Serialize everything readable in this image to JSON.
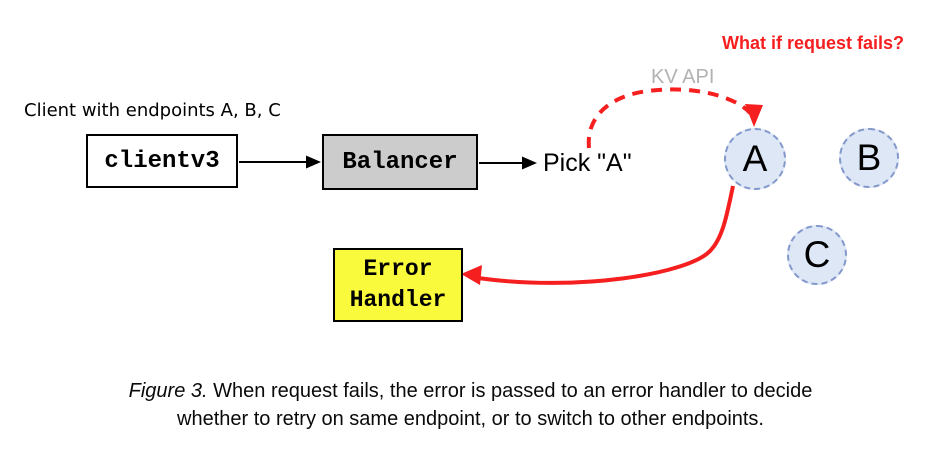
{
  "title_annotation": "What if request fails?",
  "labels": {
    "kv_api": "KV API",
    "client_note": "Client with endpoints A, B, C",
    "pick": "Pick \"A\""
  },
  "nodes": {
    "client": "clientv3",
    "balancer": "Balancer",
    "error_handler_line1": "Error",
    "error_handler_line2": "Handler"
  },
  "endpoints": [
    {
      "label": "A"
    },
    {
      "label": "B"
    },
    {
      "label": "C"
    }
  ],
  "caption": {
    "figure_label": "Figure 3.",
    "line1_rest": "When request fails, the error is passed to an error handler to decide",
    "line2": "whether to retry on same endpoint, or to switch to other endpoints."
  },
  "colors": {
    "red": "#f51f1f",
    "gray_label": "#b2b2b2",
    "balancer_fill": "#cccccc",
    "endpoint_fill": "#dde7f6",
    "endpoint_border": "#8398cb",
    "error_fill": "#fafa3c"
  }
}
